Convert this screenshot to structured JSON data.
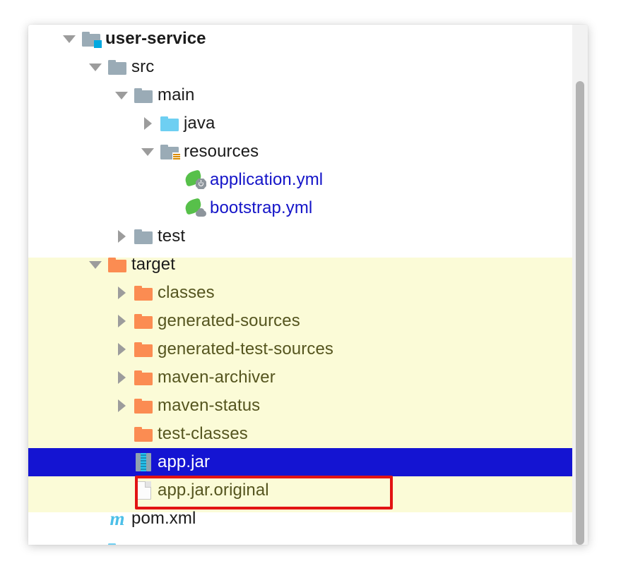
{
  "panel": {
    "kind": "project-tree",
    "background_color": "#ffffff",
    "excluded_band_color": "#fbfbd7",
    "selected_row_color": "#1414d2",
    "selected_text_color": "#ffffff",
    "excluded_text_color": "#55551f",
    "link_text_color": "#1414c8"
  },
  "annotation": {
    "shape": "rectangle",
    "color": "#e21313",
    "target": "app.jar"
  },
  "scrollbar": {
    "orientation": "vertical",
    "thumb_color": "#b3b3b3",
    "track_color": "#f2f2f2"
  },
  "tree": {
    "nodes": [
      {
        "label": "user-service",
        "depth": 0,
        "toggle": "expanded",
        "icon": "module-folder-icon",
        "style": "root"
      },
      {
        "label": "src",
        "depth": 1,
        "toggle": "expanded",
        "icon": "folder-gray-icon",
        "style": "normal"
      },
      {
        "label": "main",
        "depth": 2,
        "toggle": "expanded",
        "icon": "folder-gray-icon",
        "style": "normal"
      },
      {
        "label": "java",
        "depth": 3,
        "toggle": "collapsed",
        "icon": "folder-sources-icon",
        "style": "normal"
      },
      {
        "label": "resources",
        "depth": 3,
        "toggle": "expanded",
        "icon": "folder-resources-icon",
        "style": "normal"
      },
      {
        "label": "application.yml",
        "depth": 4,
        "toggle": "none",
        "icon": "spring-boot-yaml-icon",
        "style": "yml"
      },
      {
        "label": "bootstrap.yml",
        "depth": 4,
        "toggle": "none",
        "icon": "spring-cloud-yaml-icon",
        "style": "yml"
      },
      {
        "label": "test",
        "depth": 2,
        "toggle": "collapsed",
        "icon": "folder-gray-icon",
        "style": "normal"
      },
      {
        "label": "target",
        "depth": 1,
        "toggle": "expanded",
        "icon": "folder-orange-icon",
        "style": "excluded-head"
      },
      {
        "label": "classes",
        "depth": 2,
        "toggle": "collapsed",
        "icon": "folder-orange-icon",
        "style": "excluded"
      },
      {
        "label": "generated-sources",
        "depth": 2,
        "toggle": "collapsed",
        "icon": "folder-orange-icon",
        "style": "excluded"
      },
      {
        "label": "generated-test-sources",
        "depth": 2,
        "toggle": "collapsed",
        "icon": "folder-orange-icon",
        "style": "excluded"
      },
      {
        "label": "maven-archiver",
        "depth": 2,
        "toggle": "collapsed",
        "icon": "folder-orange-icon",
        "style": "excluded"
      },
      {
        "label": "maven-status",
        "depth": 2,
        "toggle": "collapsed",
        "icon": "folder-orange-icon",
        "style": "excluded"
      },
      {
        "label": "test-classes",
        "depth": 2,
        "toggle": "none",
        "icon": "folder-orange-icon",
        "style": "excluded"
      },
      {
        "label": "app.jar",
        "depth": 2,
        "toggle": "none",
        "icon": "jar-archive-icon",
        "style": "selected"
      },
      {
        "label": "app.jar.original",
        "depth": 2,
        "toggle": "none",
        "icon": "file-generic-icon",
        "style": "excluded"
      },
      {
        "label": "pom.xml",
        "depth": 1,
        "toggle": "none",
        "icon": "maven-pom-icon",
        "style": "normal"
      }
    ]
  }
}
